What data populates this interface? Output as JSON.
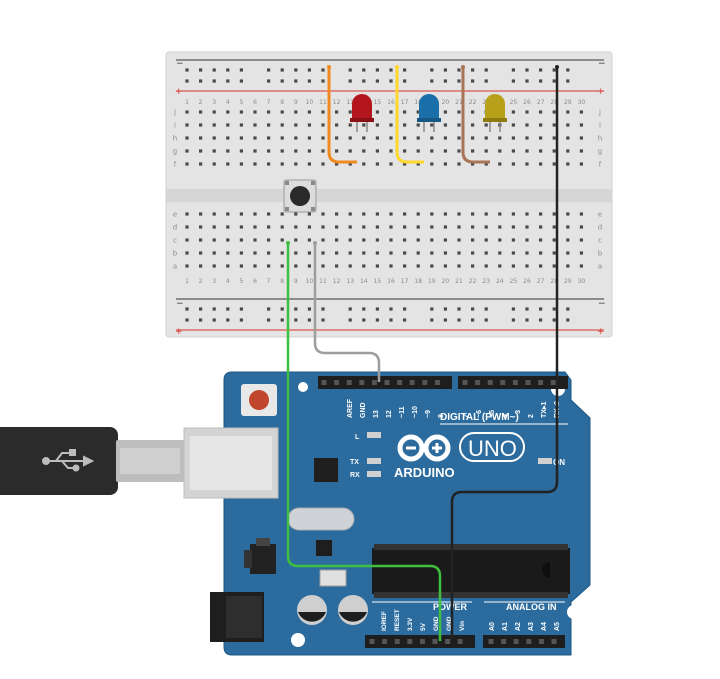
{
  "breadboard": {
    "columns": 30,
    "rows_top": [
      "j",
      "i",
      "h",
      "g",
      "f"
    ],
    "rows_bottom": [
      "e",
      "d",
      "c",
      "b",
      "a"
    ],
    "rail_plus": "+",
    "rail_minus": "−"
  },
  "arduino": {
    "brand": "ARDUINO",
    "model": "UNO",
    "on_label": "ON",
    "digital_label": "DIGITAL (PWM~)",
    "aref_label": "AREF",
    "gnd_label": "GND",
    "digital_pins": [
      "13",
      "12",
      "~11",
      "~10",
      "~9",
      "8",
      "7",
      "~6",
      "~5",
      "4",
      "~3",
      "2",
      "TX▸1",
      "RX◂0"
    ],
    "led_labels": [
      "L",
      "TX",
      "RX"
    ],
    "power_title": "POWER",
    "power_pins": [
      "IOREF",
      "RESET",
      "3.3V",
      "5V",
      "GND",
      "GND",
      "Vin"
    ],
    "analog_title": "ANALOG IN",
    "analog_pins": [
      "A0",
      "A1",
      "A2",
      "A3",
      "A4",
      "A5"
    ]
  },
  "colors": {
    "led_red": "#b3161d",
    "led_blue": "#1b6fa8",
    "led_yellow": "#b8a11a",
    "wire_orange": "#f0891e",
    "wire_yellow": "#ffd72e",
    "wire_brown": "#a97453",
    "wire_black": "#222222",
    "wire_green": "#3fbf3f",
    "wire_gray": "#9e9e9e",
    "board_blue": "#2b6b9e"
  },
  "icons": [
    "usb-icon",
    "arduino-infinity-logo"
  ]
}
